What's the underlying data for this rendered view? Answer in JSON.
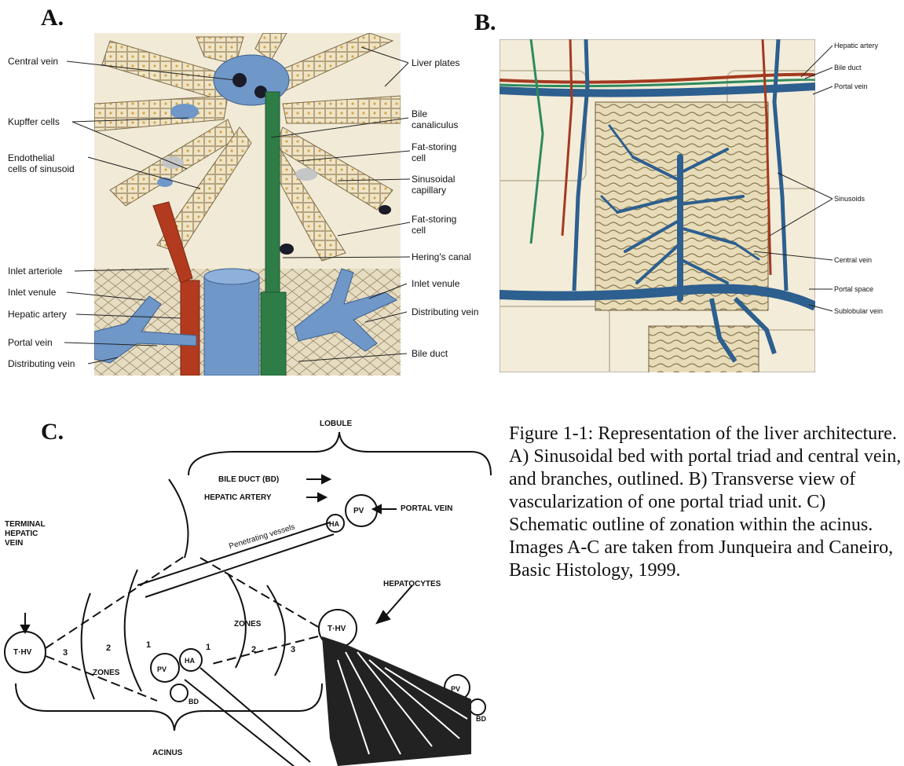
{
  "panel_a": {
    "letter": "A.",
    "labels": {
      "central_vein": "Central vein",
      "kupffer_cells": "Kupffer cells",
      "endothelial": "Endothelial\ncells of sinusoid",
      "inlet_arteriole": "Inlet arteriole",
      "inlet_venule_left": "Inlet venule",
      "hepatic_artery": "Hepatic artery",
      "portal_vein": "Portal vein",
      "distributing_vein_left": "Distributing vein",
      "liver_plates": "Liver plates",
      "bile_canaliculus": "Bile\ncanaliculus",
      "fat_storing_cell_1": "Fat-storing\ncell",
      "sinusoidal_capillary": "Sinusoidal\ncapillary",
      "fat_storing_cell_2": "Fat-storing\ncell",
      "herings_canal": "Hering's canal",
      "inlet_venule_right": "Inlet venule",
      "distributing_vein_right": "Distributing vein",
      "bile_duct": "Bile duct"
    }
  },
  "panel_b": {
    "letter": "B.",
    "labels": {
      "hepatic_artery": "Hepatic artery",
      "bile_duct": "Bile duct",
      "portal_vein": "Portal vein",
      "sinusoids": "Sinusoids",
      "central_vein": "Central vein",
      "portal_space": "Portal space",
      "sublobular_vein": "Sublobular vein"
    }
  },
  "panel_c": {
    "letter": "C.",
    "labels": {
      "lobule": "LOBULE",
      "bile_duct_bd": "BILE DUCT (BD)",
      "hepatic_artery": "HEPATIC ARTERY",
      "portal_vein": "PORTAL VEIN",
      "ha": "HA",
      "pv": "PV",
      "penetrating_vessels": "Penetrating vessels",
      "terminal_hepatic_vein": "TERMINAL\nHEPATIC\nVEIN",
      "thv": "T·HV",
      "zone_3_left": "3",
      "zone_2_left": "2",
      "zone_1_left": "1",
      "zones_left": "ZONES",
      "zone_1_right": "1",
      "zone_2_right": "2",
      "zone_3_right": "3",
      "zones_right": "ZONES",
      "hepatocytes": "HEPATOCYTES",
      "bd": "BD",
      "acinus": "ACINUS"
    }
  },
  "caption": "Figure 1-1: Representation of the liver architecture. A) Sinusoidal bed with portal triad and central vein, and branches, outlined. B) Transverse view of vascularization of one portal triad unit. C) Schematic outline of zonation within the acinus. Images A-C are taken from Junqueira and Caneiro, Basic Histology, 1999.",
  "colors": {
    "vein_blue": "#6f97c8",
    "portal_blue": "#2d5f8f",
    "artery_red": "#b23a1e",
    "bile_green": "#2e7d46",
    "plate_cream": "#efe4c6",
    "plate_tan": "#d8c69a",
    "background_b": "#f3ecd9"
  }
}
